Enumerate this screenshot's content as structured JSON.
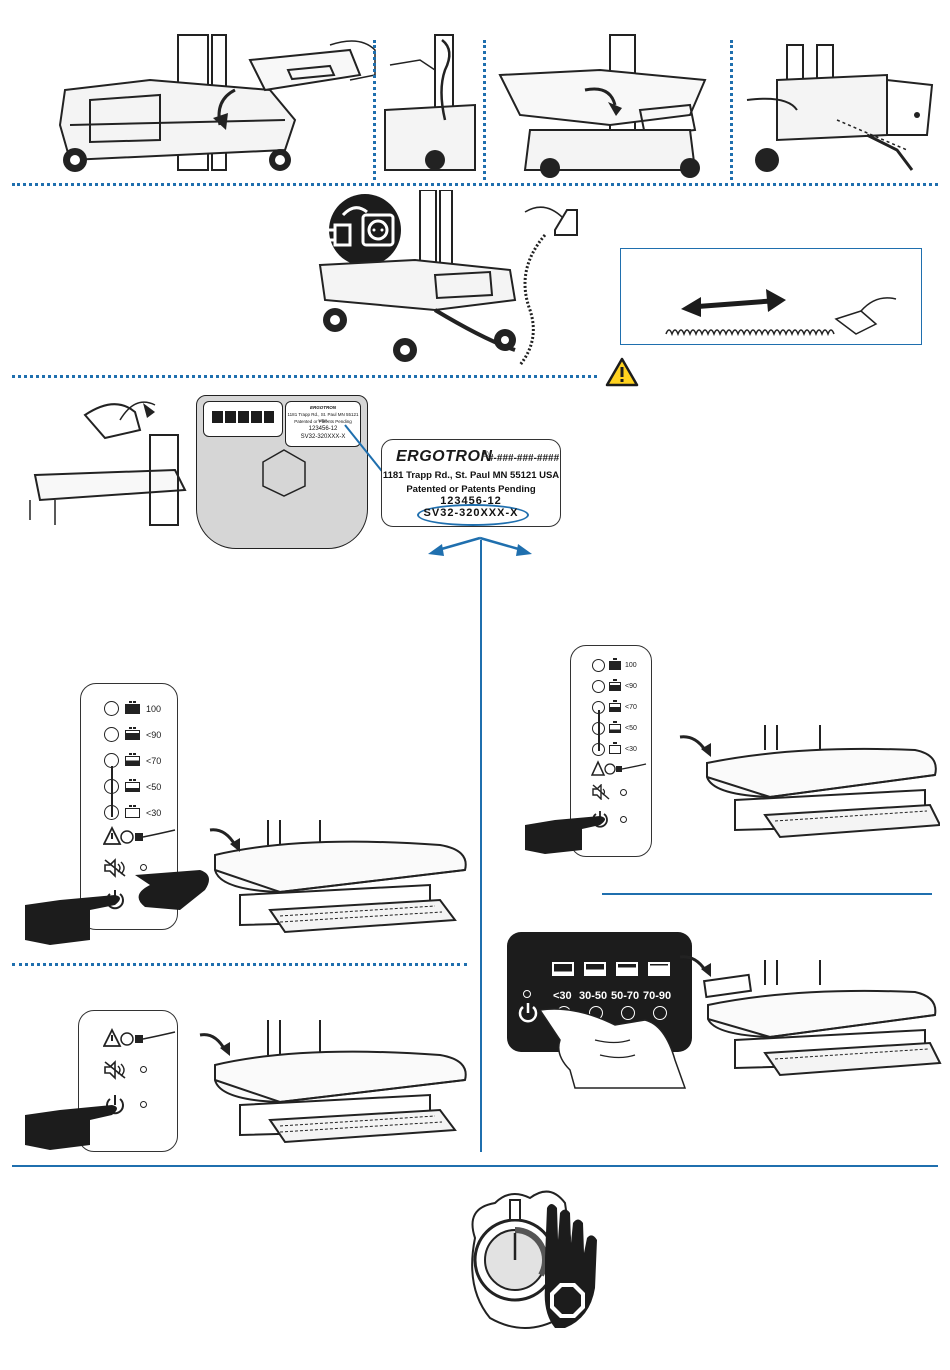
{
  "label_small": {
    "brand": "ERGOTRON",
    "phone": "#-###-###-####",
    "address": "1181 Trapp Rd., St. Paul MN 55121 USA",
    "patent": "Patented or Patents Pending",
    "number": "123456-12",
    "model": "SV32-320XXX-X"
  },
  "label_large": {
    "brand": "ERGOTRON",
    "registered": "®",
    "phone": "#-###-###-####",
    "address": "1181 Trapp Rd., St. Paul MN 55121 USA",
    "patent": "Patented or Patents Pending",
    "number": "123456-12",
    "model": "SV32-320XXX-X"
  },
  "panel_left": {
    "levels": [
      "100",
      "<90",
      "<70",
      "<50",
      "<30"
    ]
  },
  "panel_right": {
    "levels": [
      "100",
      "<90",
      "<70",
      "<50",
      "<30"
    ]
  },
  "dark_panel": {
    "levels": [
      "<30",
      "30-50",
      "50-70",
      "70-90"
    ]
  },
  "icons": {
    "warning": "warning-triangle-icon",
    "plug_outlet": "plug-outlet-icon",
    "power": "power-icon",
    "mute": "mute-icon",
    "stop_hand": "stop-hand-icon"
  },
  "colors": {
    "accent": "#1f6fae",
    "warning_fill": "#ffd21f",
    "dark_panel": "#1c1c1c"
  }
}
